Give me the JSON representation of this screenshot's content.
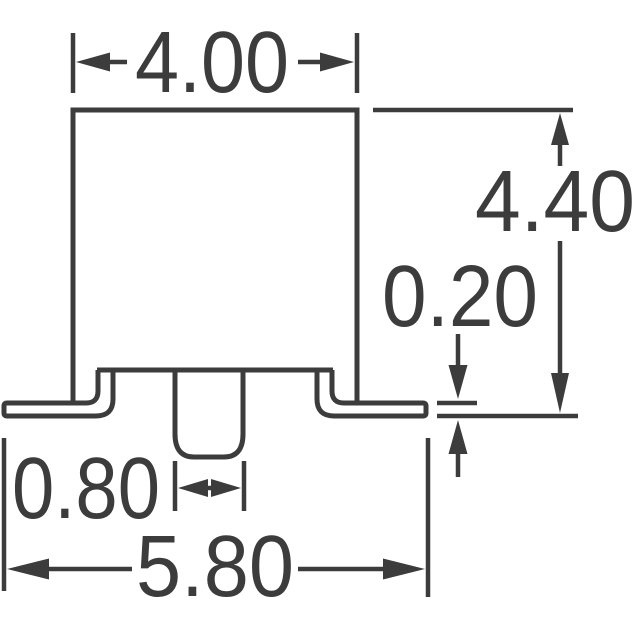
{
  "drawing": {
    "kind": "package-dimension-drawing",
    "ink_color": "#3c3c3c",
    "background_color": "#ffffff",
    "dimensions": {
      "body_width": "4.00",
      "overall_height": "4.40",
      "lead_thickness": "0.20",
      "post_width": "0.80",
      "overall_width": "5.80"
    }
  }
}
